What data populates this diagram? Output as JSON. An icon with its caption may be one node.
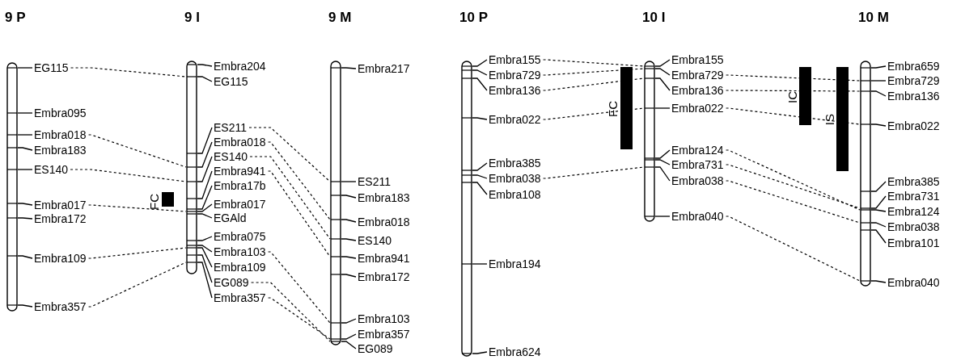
{
  "diagram": {
    "nodes": [
      {
        "text": [
          "9 P"
        ]
      },
      {
        "text": [
          "EG115"
        ]
      },
      {
        "text": [
          "Embra095"
        ]
      },
      {
        "text": [
          "Embra018"
        ]
      },
      {
        "text": [
          "Embra183"
        ]
      },
      {
        "text": [
          "ES140"
        ]
      },
      {
        "text": [
          "Embra017"
        ]
      },
      {
        "text": [
          "Embra172"
        ]
      },
      {
        "text": [
          "Embra109"
        ]
      },
      {
        "text": [
          "Embra357"
        ]
      },
      {
        "text": [
          "9 I"
        ]
      },
      {
        "text": [
          "Embra204"
        ]
      },
      {
        "text": [
          "EG115"
        ]
      },
      {
        "text": [
          "ES211"
        ]
      },
      {
        "text": [
          "Embra018"
        ]
      },
      {
        "text": [
          "ES140"
        ]
      },
      {
        "text": [
          "Embra941"
        ]
      },
      {
        "text": [
          "Embra17b"
        ]
      },
      {
        "text": [
          "Embra017"
        ]
      },
      {
        "text": [
          "EGAld"
        ]
      },
      {
        "text": [
          "Embra075"
        ]
      },
      {
        "text": [
          "Embra103"
        ]
      },
      {
        "text": [
          "Embra109"
        ]
      },
      {
        "text": [
          "EG089"
        ]
      },
      {
        "text": [
          "Embra357"
        ]
      },
      {
        "text": [
          "9 M"
        ]
      },
      {
        "text": [
          "Embra217"
        ]
      },
      {
        "text": [
          "ES211"
        ]
      },
      {
        "text": [
          "Embra183"
        ]
      },
      {
        "text": [
          "Embra018"
        ]
      },
      {
        "text": [
          "ES140"
        ]
      },
      {
        "text": [
          "Embra941"
        ]
      },
      {
        "text": [
          "Embra172"
        ]
      },
      {
        "text": [
          "Embra103"
        ]
      },
      {
        "text": [
          "Embra357"
        ]
      },
      {
        "text": [
          "EG089"
        ]
      },
      {
        "text": [
          "10 P"
        ]
      },
      {
        "text": [
          "Embra155"
        ]
      },
      {
        "text": [
          "Embra729"
        ]
      },
      {
        "text": [
          "Embra136"
        ]
      },
      {
        "text": [
          "Embra022"
        ]
      },
      {
        "text": [
          "Embra385"
        ]
      },
      {
        "text": [
          "Embra038"
        ]
      },
      {
        "text": [
          "Embra108"
        ]
      },
      {
        "text": [
          "Embra194"
        ]
      },
      {
        "text": [
          "Embra624"
        ]
      },
      {
        "text": [
          "10 I"
        ]
      },
      {
        "text": [
          "Embra155"
        ]
      },
      {
        "text": [
          "Embra729"
        ]
      },
      {
        "text": [
          "Embra136"
        ]
      },
      {
        "text": [
          "Embra022"
        ]
      },
      {
        "text": [
          "Embra124"
        ]
      },
      {
        "text": [
          "Embra731"
        ]
      },
      {
        "text": [
          "Embra038"
        ]
      },
      {
        "text": [
          "Embra040"
        ]
      },
      {
        "text": [
          "10 M"
        ]
      },
      {
        "text": [
          "Embra659"
        ]
      },
      {
        "text": [
          "Embra729"
        ]
      },
      {
        "text": [
          "Embra136"
        ]
      },
      {
        "text": [
          "Embra022"
        ]
      },
      {
        "text": [
          "Embra385"
        ]
      },
      {
        "text": [
          "Embra731"
        ]
      },
      {
        "text": [
          "Embra124"
        ]
      },
      {
        "text": [
          "Embra038"
        ]
      },
      {
        "text": [
          "Embra101"
        ]
      },
      {
        "text": [
          "Embra040"
        ]
      },
      {
        "text": [
          "FC"
        ]
      },
      {
        "text": [
          "FC"
        ]
      },
      {
        "text": [
          "IC"
        ]
      },
      {
        "text": [
          "IS"
        ]
      }
    ],
    "edges": [
      {
        "from": 1,
        "to": 0,
        "arrow": "none"
      },
      {
        "from": 2,
        "to": 0,
        "arrow": "none"
      },
      {
        "from": 3,
        "to": 0,
        "arrow": "none"
      },
      {
        "from": 4,
        "to": 0,
        "arrow": "none"
      },
      {
        "from": 5,
        "to": 0,
        "arrow": "none"
      },
      {
        "from": 6,
        "to": 0,
        "arrow": "none"
      },
      {
        "from": 7,
        "to": 0,
        "arrow": "none"
      },
      {
        "from": 8,
        "to": 0,
        "arrow": "none"
      },
      {
        "from": 9,
        "to": 0,
        "arrow": "none"
      },
      {
        "from": 11,
        "to": 10,
        "arrow": "none"
      },
      {
        "from": 12,
        "to": 10,
        "arrow": "none"
      },
      {
        "from": 13,
        "to": 10,
        "arrow": "none"
      },
      {
        "from": 14,
        "to": 10,
        "arrow": "none"
      },
      {
        "from": 15,
        "to": 10,
        "arrow": "none"
      },
      {
        "from": 16,
        "to": 10,
        "arrow": "none"
      },
      {
        "from": 17,
        "to": 10,
        "arrow": "none"
      },
      {
        "from": 18,
        "to": 10,
        "arrow": "none"
      },
      {
        "from": 19,
        "to": 10,
        "arrow": "none"
      },
      {
        "from": 20,
        "to": 10,
        "arrow": "none"
      },
      {
        "from": 21,
        "to": 10,
        "arrow": "none"
      },
      {
        "from": 22,
        "to": 10,
        "arrow": "none"
      },
      {
        "from": 23,
        "to": 10,
        "arrow": "none"
      },
      {
        "from": 24,
        "to": 10,
        "arrow": "none"
      },
      {
        "from": 26,
        "to": 25,
        "arrow": "none"
      },
      {
        "from": 27,
        "to": 25,
        "arrow": "none"
      },
      {
        "from": 28,
        "to": 25,
        "arrow": "none"
      },
      {
        "from": 29,
        "to": 25,
        "arrow": "none"
      },
      {
        "from": 30,
        "to": 25,
        "arrow": "none"
      },
      {
        "from": 31,
        "to": 25,
        "arrow": "none"
      },
      {
        "from": 32,
        "to": 25,
        "arrow": "none"
      },
      {
        "from": 33,
        "to": 25,
        "arrow": "none"
      },
      {
        "from": 34,
        "to": 25,
        "arrow": "none"
      },
      {
        "from": 35,
        "to": 25,
        "arrow": "none"
      },
      {
        "from": 37,
        "to": 36,
        "arrow": "none"
      },
      {
        "from": 38,
        "to": 36,
        "arrow": "none"
      },
      {
        "from": 39,
        "to": 36,
        "arrow": "none"
      },
      {
        "from": 40,
        "to": 36,
        "arrow": "none"
      },
      {
        "from": 41,
        "to": 36,
        "arrow": "none"
      },
      {
        "from": 42,
        "to": 36,
        "arrow": "none"
      },
      {
        "from": 43,
        "to": 36,
        "arrow": "none"
      },
      {
        "from": 44,
        "to": 36,
        "arrow": "none"
      },
      {
        "from": 45,
        "to": 36,
        "arrow": "none"
      },
      {
        "from": 47,
        "to": 46,
        "arrow": "none"
      },
      {
        "from": 48,
        "to": 46,
        "arrow": "none"
      },
      {
        "from": 49,
        "to": 46,
        "arrow": "none"
      },
      {
        "from": 50,
        "to": 46,
        "arrow": "none"
      },
      {
        "from": 51,
        "to": 46,
        "arrow": "none"
      },
      {
        "from": 52,
        "to": 46,
        "arrow": "none"
      },
      {
        "from": 53,
        "to": 46,
        "arrow": "none"
      },
      {
        "from": 54,
        "to": 46,
        "arrow": "none"
      },
      {
        "from": 56,
        "to": 55,
        "arrow": "none"
      },
      {
        "from": 57,
        "to": 55,
        "arrow": "none"
      },
      {
        "from": 58,
        "to": 55,
        "arrow": "none"
      },
      {
        "from": 59,
        "to": 55,
        "arrow": "none"
      },
      {
        "from": 60,
        "to": 55,
        "arrow": "none"
      },
      {
        "from": 61,
        "to": 55,
        "arrow": "none"
      },
      {
        "from": 62,
        "to": 55,
        "arrow": "none"
      },
      {
        "from": 63,
        "to": 55,
        "arrow": "none"
      },
      {
        "from": 64,
        "to": 55,
        "arrow": "none"
      },
      {
        "from": 65,
        "to": 55,
        "arrow": "none"
      },
      {
        "from": 1,
        "to": 10,
        "arrow": "none",
        "style": "dashed"
      },
      {
        "from": 3,
        "to": 10,
        "arrow": "none",
        "style": "dashed"
      },
      {
        "from": 5,
        "to": 10,
        "arrow": "none",
        "style": "dashed"
      },
      {
        "from": 6,
        "to": 10,
        "arrow": "none",
        "style": "dashed"
      },
      {
        "from": 8,
        "to": 10,
        "arrow": "none",
        "style": "dashed"
      },
      {
        "from": 9,
        "to": 10,
        "arrow": "none",
        "style": "dashed"
      },
      {
        "from": 13,
        "to": 25,
        "arrow": "none",
        "style": "dashed"
      },
      {
        "from": 14,
        "to": 25,
        "arrow": "none",
        "style": "dashed"
      },
      {
        "from": 15,
        "to": 25,
        "arrow": "none",
        "style": "dashed"
      },
      {
        "from": 16,
        "to": 25,
        "arrow": "none",
        "style": "dashed"
      },
      {
        "from": 21,
        "to": 25,
        "arrow": "none",
        "style": "dashed"
      },
      {
        "from": 24,
        "to": 25,
        "arrow": "none",
        "style": "dashed"
      },
      {
        "from": 23,
        "to": 25,
        "arrow": "none",
        "style": "dashed"
      },
      {
        "from": 37,
        "to": 46,
        "arrow": "none",
        "style": "dashed"
      },
      {
        "from": 38,
        "to": 46,
        "arrow": "none",
        "style": "dashed"
      },
      {
        "from": 39,
        "to": 46,
        "arrow": "none",
        "style": "dashed"
      },
      {
        "from": 40,
        "to": 46,
        "arrow": "none",
        "style": "dashed"
      },
      {
        "from": 42,
        "to": 46,
        "arrow": "none",
        "style": "dashed"
      },
      {
        "from": 48,
        "to": 55,
        "arrow": "none",
        "style": "dashed"
      },
      {
        "from": 49,
        "to": 55,
        "arrow": "none",
        "style": "dashed"
      },
      {
        "from": 50,
        "to": 55,
        "arrow": "none",
        "style": "dashed"
      },
      {
        "from": 51,
        "to": 55,
        "arrow": "none",
        "style": "dashed"
      },
      {
        "from": 52,
        "to": 55,
        "arrow": "none",
        "style": "dashed"
      },
      {
        "from": 53,
        "to": 55,
        "arrow": "none",
        "style": "dashed"
      },
      {
        "from": 54,
        "to": 55,
        "arrow": "none",
        "style": "dashed"
      }
    ]
  }
}
